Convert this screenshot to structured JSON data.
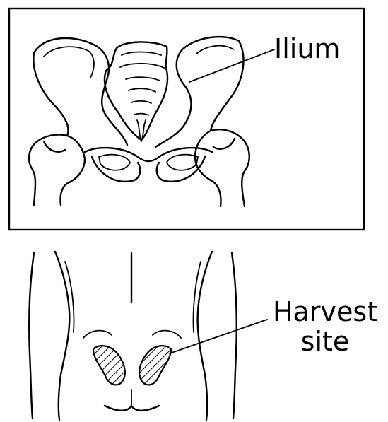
{
  "labels": {
    "ilium": "Ilium",
    "harvest_line1": "Harvest",
    "harvest_line2": "site"
  },
  "colors": {
    "ink": "#000000",
    "background": "#ffffff"
  },
  "panels": [
    "pelvis-skeleton-front-view",
    "lower-back-body-outline"
  ]
}
